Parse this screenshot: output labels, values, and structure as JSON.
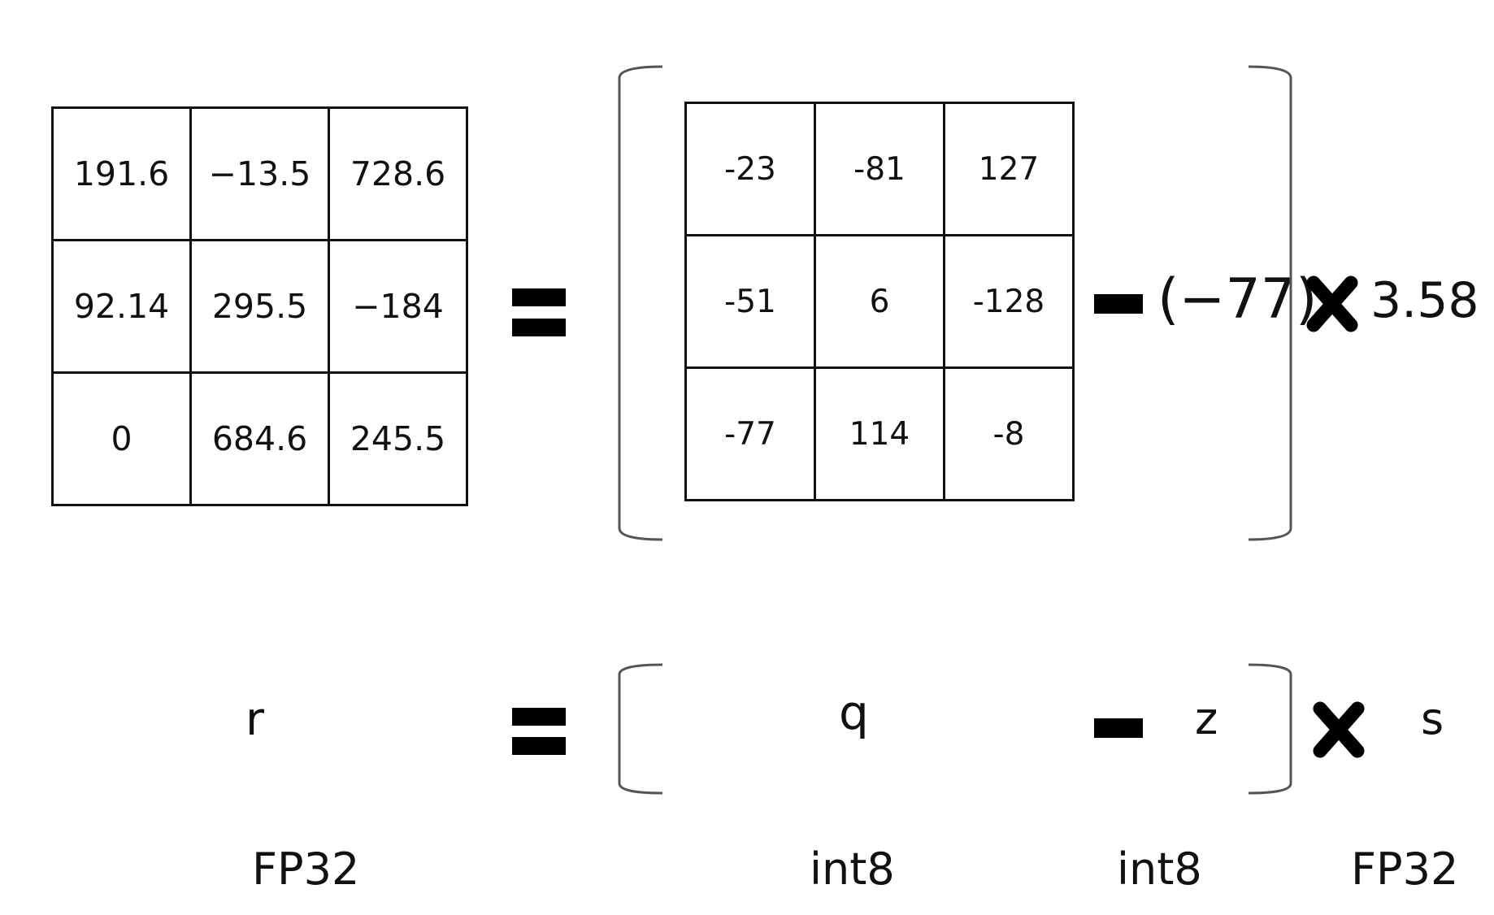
{
  "top_equation": {
    "r_matrix": [
      [
        "191.6",
        "−13.5",
        "728.6"
      ],
      [
        "92.14",
        "295.5",
        "−184"
      ],
      [
        "0",
        "684.6",
        "245.5"
      ]
    ],
    "q_matrix": [
      [
        "-23",
        "-81",
        "127"
      ],
      [
        "-51",
        "6",
        "-128"
      ],
      [
        "-77",
        "114",
        "-8"
      ]
    ],
    "zero_point": "(−77)",
    "scale": "3.58"
  },
  "bottom_equation": {
    "r": "r",
    "q": "q",
    "z": "z",
    "s": "s"
  },
  "type_labels": {
    "r": "FP32",
    "q": "int8",
    "z": "int8",
    "s": "FP32"
  },
  "icons": {
    "equals": "equals-sign-icon",
    "minus": "minus-sign-icon",
    "times": "multiply-cross-icon",
    "bracket_left": "left-square-bracket-icon",
    "bracket_right": "right-square-bracket-icon"
  }
}
